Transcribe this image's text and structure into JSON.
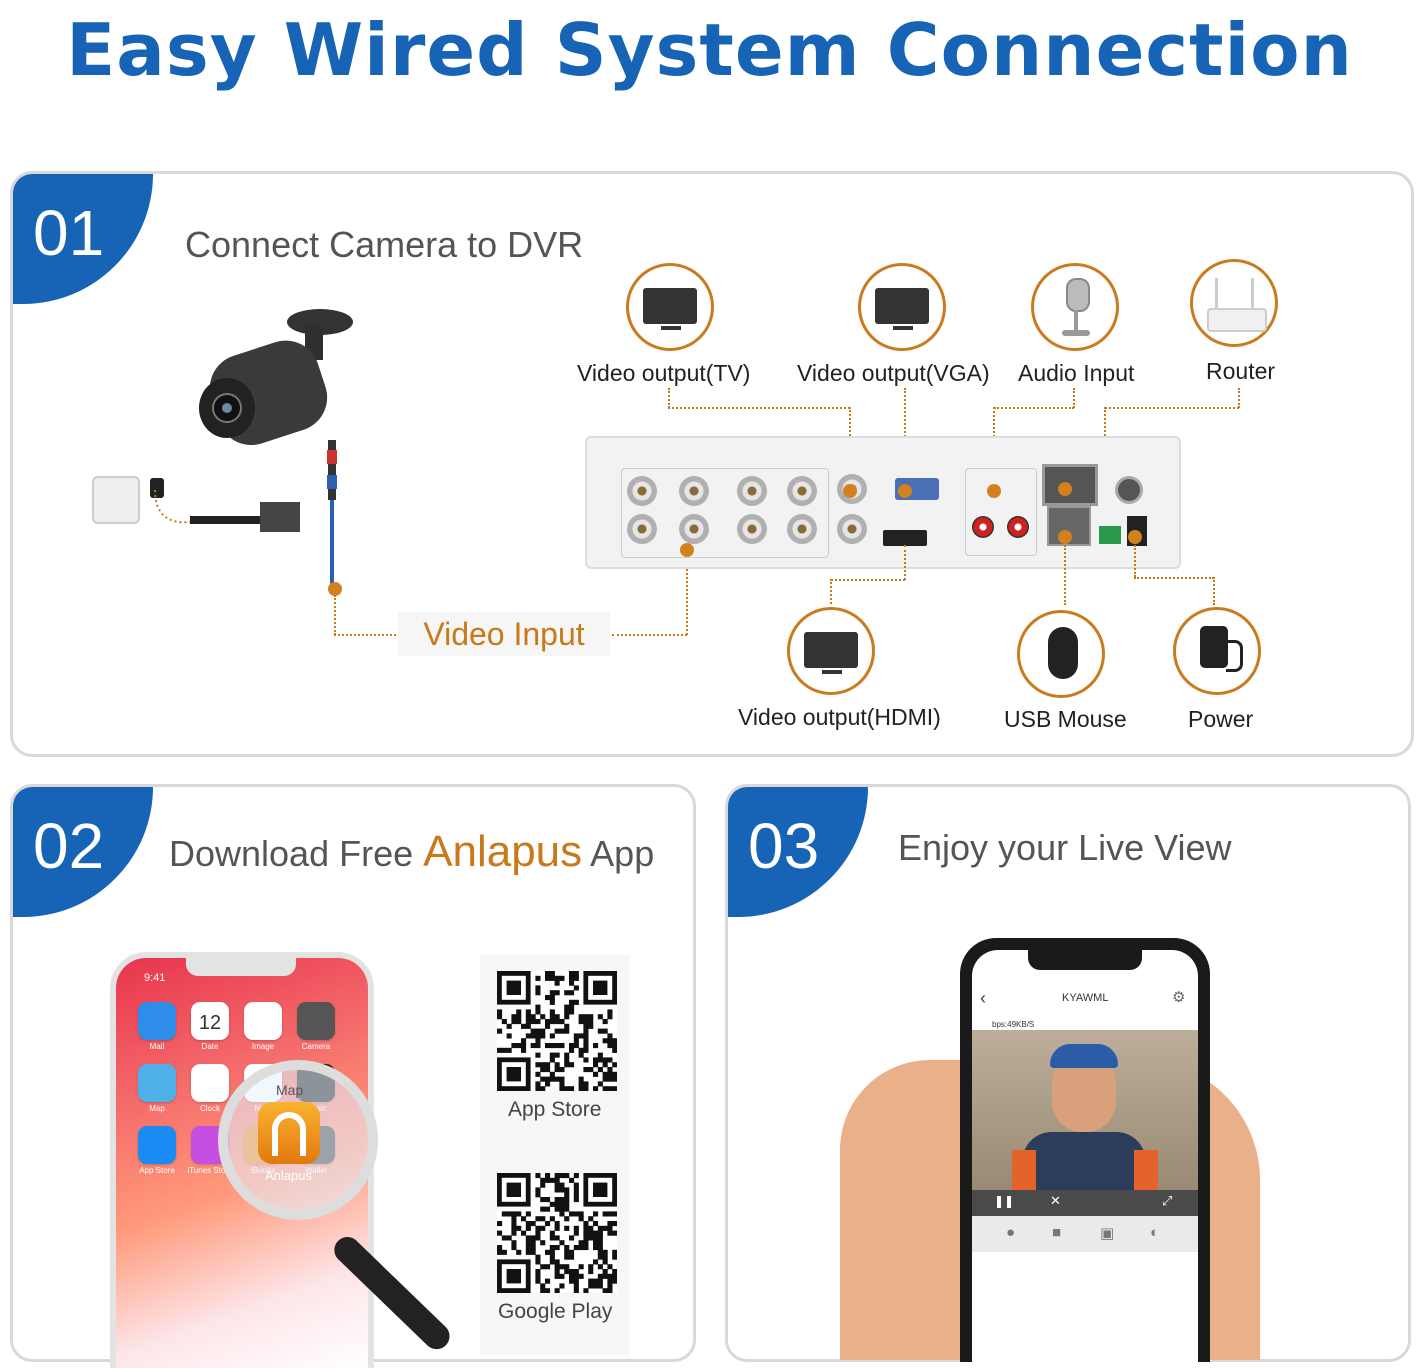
{
  "title": "Easy Wired System Connection",
  "panel1": {
    "num": "01",
    "heading": "Connect Camera to DVR",
    "labels": {
      "tv": "Video output(TV)",
      "vga": "Video output(VGA)",
      "audio": "Audio Input",
      "router": "Router",
      "video_input": "Video Input",
      "hdmi": "Video output(HDMI)",
      "mouse": "USB Mouse",
      "power": "Power"
    }
  },
  "panel2": {
    "num": "02",
    "heading_pre": "Download Free",
    "brand": "Anlapus",
    "heading_post": "App",
    "app_store": "App Store",
    "google_play": "Google Play",
    "phone": {
      "time": "9:41",
      "date_num": "12",
      "apps": [
        "Mail",
        "Date",
        "Image",
        "Camera",
        "Map",
        "Clock",
        "Note",
        "Music",
        "App Store",
        "iTunes Store",
        "iBooks",
        "Wallet"
      ],
      "magnify_top": "Map",
      "magnify_app": "Anlapus"
    }
  },
  "panel3": {
    "num": "03",
    "heading": "Enjoy your Live View",
    "phone": {
      "app_title": "KYAWML",
      "bitrate": "bps:49KB/S"
    }
  },
  "colors": {
    "blue": "#1763b6",
    "orange": "#c8791a"
  }
}
